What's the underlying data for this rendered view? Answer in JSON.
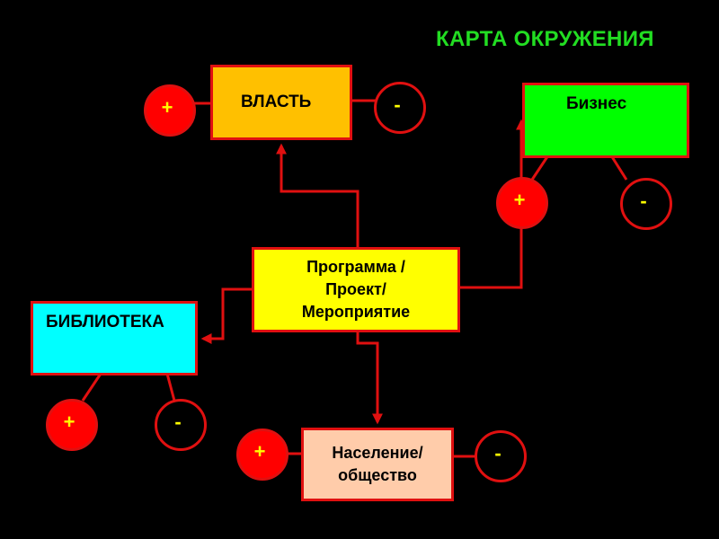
{
  "title": "КАРТА ОКРУЖЕНИЯ",
  "colors": {
    "title": "#22dd22",
    "line": "#e01010",
    "sign": "#ffff00",
    "vlast_fill": "#ffc000",
    "biznes_fill": "#00ff00",
    "program_fill": "#ffff00",
    "biblioteka_fill": "#00ffff",
    "naselenie_fill": "#ffccaa"
  },
  "nodes": {
    "vlast": {
      "label": "ВЛАСТЬ"
    },
    "biznes": {
      "label": "Бизнес"
    },
    "program": {
      "lines": [
        "Программа /",
        "Проект/",
        "Мероприятие"
      ]
    },
    "biblioteka": {
      "label": "БИБЛИОТЕКА"
    },
    "naselenie": {
      "lines": [
        "Население/",
        "общество"
      ]
    }
  },
  "signs": {
    "plus": "+",
    "minus": "-"
  }
}
